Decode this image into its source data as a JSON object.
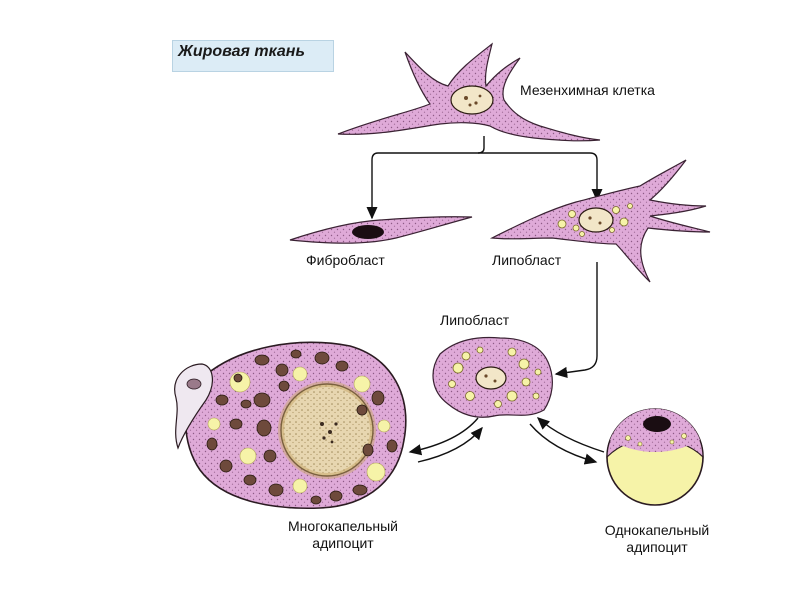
{
  "title": "Жировая ткань",
  "labels": {
    "mesenchymal": "Мезенхимная клетка",
    "fibroblast": "Фибробласт",
    "lipoblast_top": "Липобласт",
    "lipoblast_mid": "Липобласт",
    "multilocular_line1": "Многокапельный",
    "multilocular_line2": "адипоцит",
    "unilocular_line1": "Однокапельный",
    "unilocular_line2": "адипоцит"
  },
  "colors": {
    "cytoplasm": "#d9a3d2",
    "nucleus_light": "#f2e6c8",
    "nucleus_dark": "#1a0d12",
    "fat_droplet": "#f6f3a8",
    "mitochondria": "#6e4a3c"
  }
}
